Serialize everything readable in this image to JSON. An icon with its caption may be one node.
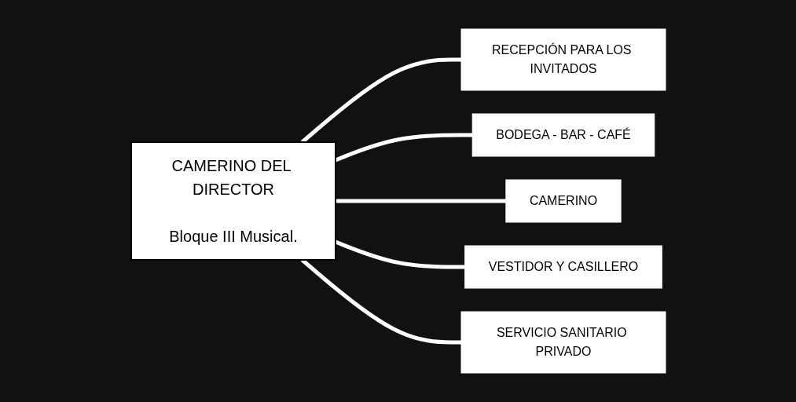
{
  "diagram": {
    "nodes": [
      {
        "text": [
          "CAMERINO DEL DIRECTOR",
          "Bloque III Musical."
        ]
      },
      {
        "text": [
          "RECEPCIÓN PARA LOS INVITADOS"
        ]
      },
      {
        "text": [
          "BODEGA - BAR - CAFÉ"
        ]
      },
      {
        "text": [
          "CAMERINO"
        ]
      },
      {
        "text": [
          "VESTIDOR Y CASILLERO"
        ]
      },
      {
        "text": [
          "SERVICIO SANITARIO PRIVADO"
        ]
      }
    ],
    "edges": [
      {
        "from": 0,
        "to": 1,
        "arrow": "none"
      },
      {
        "from": 0,
        "to": 2,
        "arrow": "none"
      },
      {
        "from": 0,
        "to": 3,
        "arrow": "none"
      },
      {
        "from": 0,
        "to": 4,
        "arrow": "none"
      },
      {
        "from": 0,
        "to": 5,
        "arrow": "none"
      }
    ]
  }
}
